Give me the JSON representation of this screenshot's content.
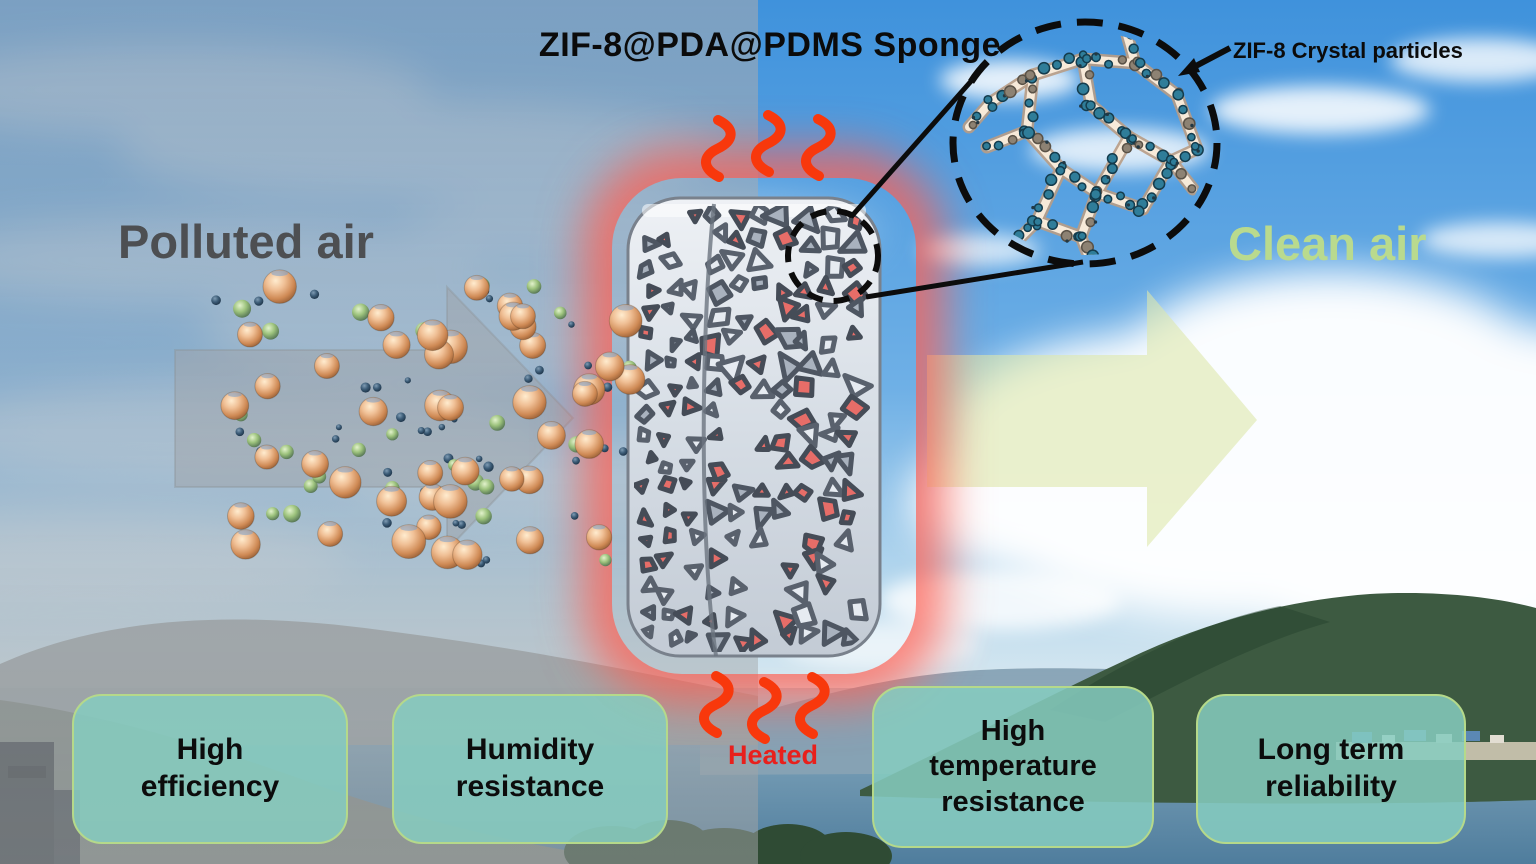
{
  "title": "ZIF-8@PDA@PDMS Sponge",
  "zoom_callout": {
    "label": "ZIF-8 Crystal particles"
  },
  "airflow": {
    "left_label": "Polluted air",
    "right_label": "Clean air"
  },
  "heating": {
    "label": "Heated",
    "waves_above_sponge": 3,
    "waves_below_sponge": 3
  },
  "badges": [
    {
      "label": "High\nefficiency"
    },
    {
      "label": "Humidity\nresistance"
    },
    {
      "label": "High\ntemperature\nresistance"
    },
    {
      "label": "Long term\nreliability"
    }
  ],
  "colors": {
    "title_text": "#0b0b0b",
    "polluted_air_text": "#4d4f52",
    "clean_air_text": "#b9da8e",
    "heated_text": "#e8201c",
    "heat_wave": "#f8380c",
    "badge_fill": "#86ccc0",
    "badge_border": "#b5d98a",
    "sponge_glow": "#ff5f52",
    "sponge_pore_red": "#e76d68",
    "zif8_crystal_teal": "#2f7d99",
    "pollutant_particle_copper": "#cf8a55",
    "pollutant_particle_green": "#9cc27c",
    "pollutant_particle_navy": "#3d5d78"
  }
}
